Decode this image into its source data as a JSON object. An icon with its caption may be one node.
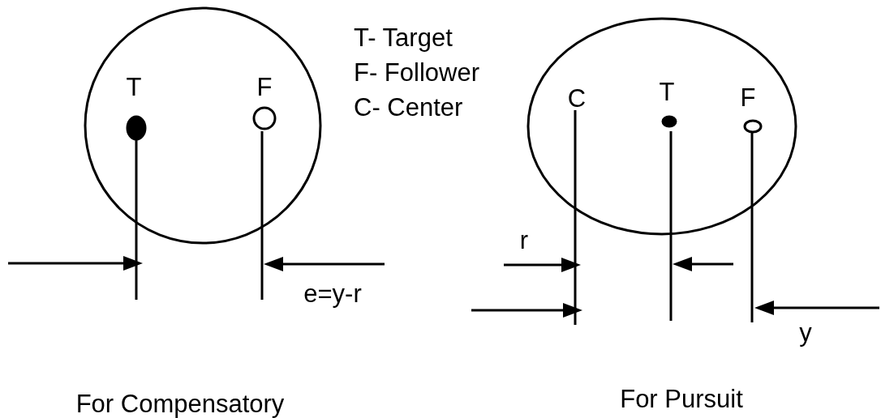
{
  "diagram": {
    "nodes": [
      {
        "text": [],
        "shape": "circle"
      },
      {
        "text": [],
        "shape": "ellipse"
      }
    ],
    "edges": [],
    "labels": [
      "T- Target",
      "F- Follower",
      "C- Center",
      "T",
      "F",
      "C",
      "T",
      "F",
      "r",
      "e=y-r",
      "y",
      "For Compensatory",
      "For Pursuit"
    ]
  }
}
